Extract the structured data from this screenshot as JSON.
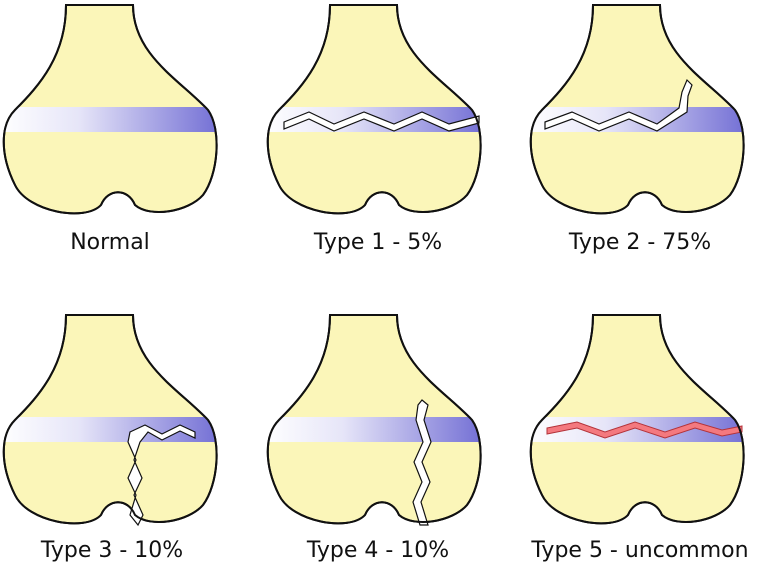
{
  "colors": {
    "bone_fill": "#fbf6b9",
    "bone_outline": "#111111",
    "growth_plate": "#7a76d6",
    "growth_plate_light": "#eeeefb",
    "fracture_line": "#ffffff",
    "crush_line": "#f4797f"
  },
  "panels": [
    {
      "label": "Normal",
      "fracture": "none"
    },
    {
      "label": "Type 1 - 5%",
      "fracture": "through-physis"
    },
    {
      "label": "Type 2 - 75%",
      "fracture": "physis-and-metaphysis"
    },
    {
      "label": "Type 3 - 10%",
      "fracture": "physis-and-epiphysis"
    },
    {
      "label": "Type 4 - 10%",
      "fracture": "metaphysis-physis-epiphysis"
    },
    {
      "label": "Type 5 - uncommon",
      "fracture": "crush"
    }
  ]
}
